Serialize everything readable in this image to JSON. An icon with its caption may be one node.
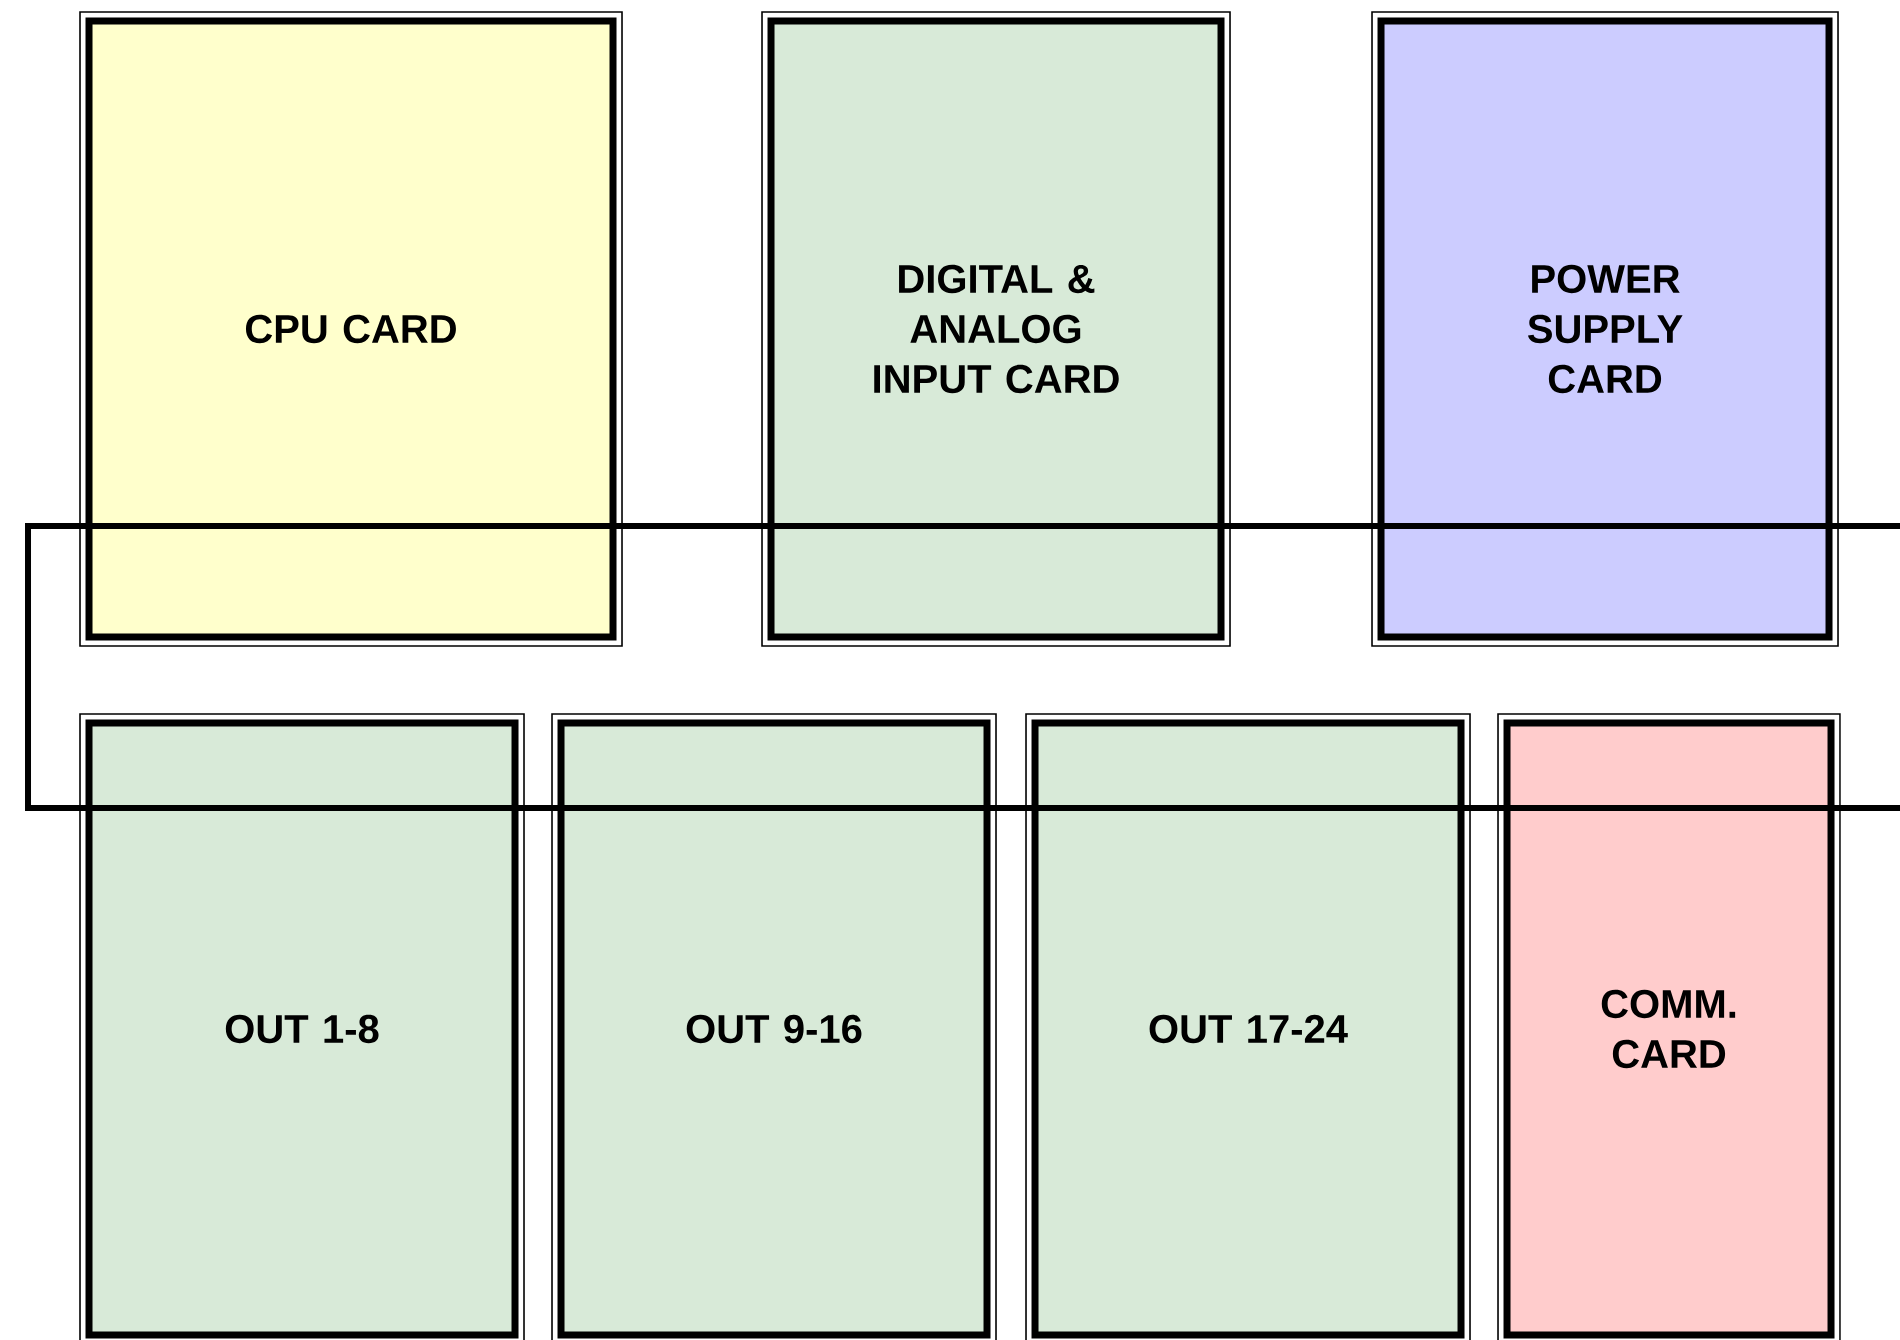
{
  "diagram": {
    "nodes": [
      {
        "text": [
          "CPU CARD"
        ]
      },
      {
        "text": [
          "DIGITAL & ANALOG INPUT CARD"
        ]
      },
      {
        "text": [
          "POWER SUPPLY CARD"
        ]
      },
      {
        "text": [
          "OUT 1-8"
        ]
      },
      {
        "text": [
          "OUT 9-16"
        ]
      },
      {
        "text": [
          "OUT 17-24"
        ]
      },
      {
        "text": [
          "COMM. CARD"
        ]
      }
    ]
  }
}
